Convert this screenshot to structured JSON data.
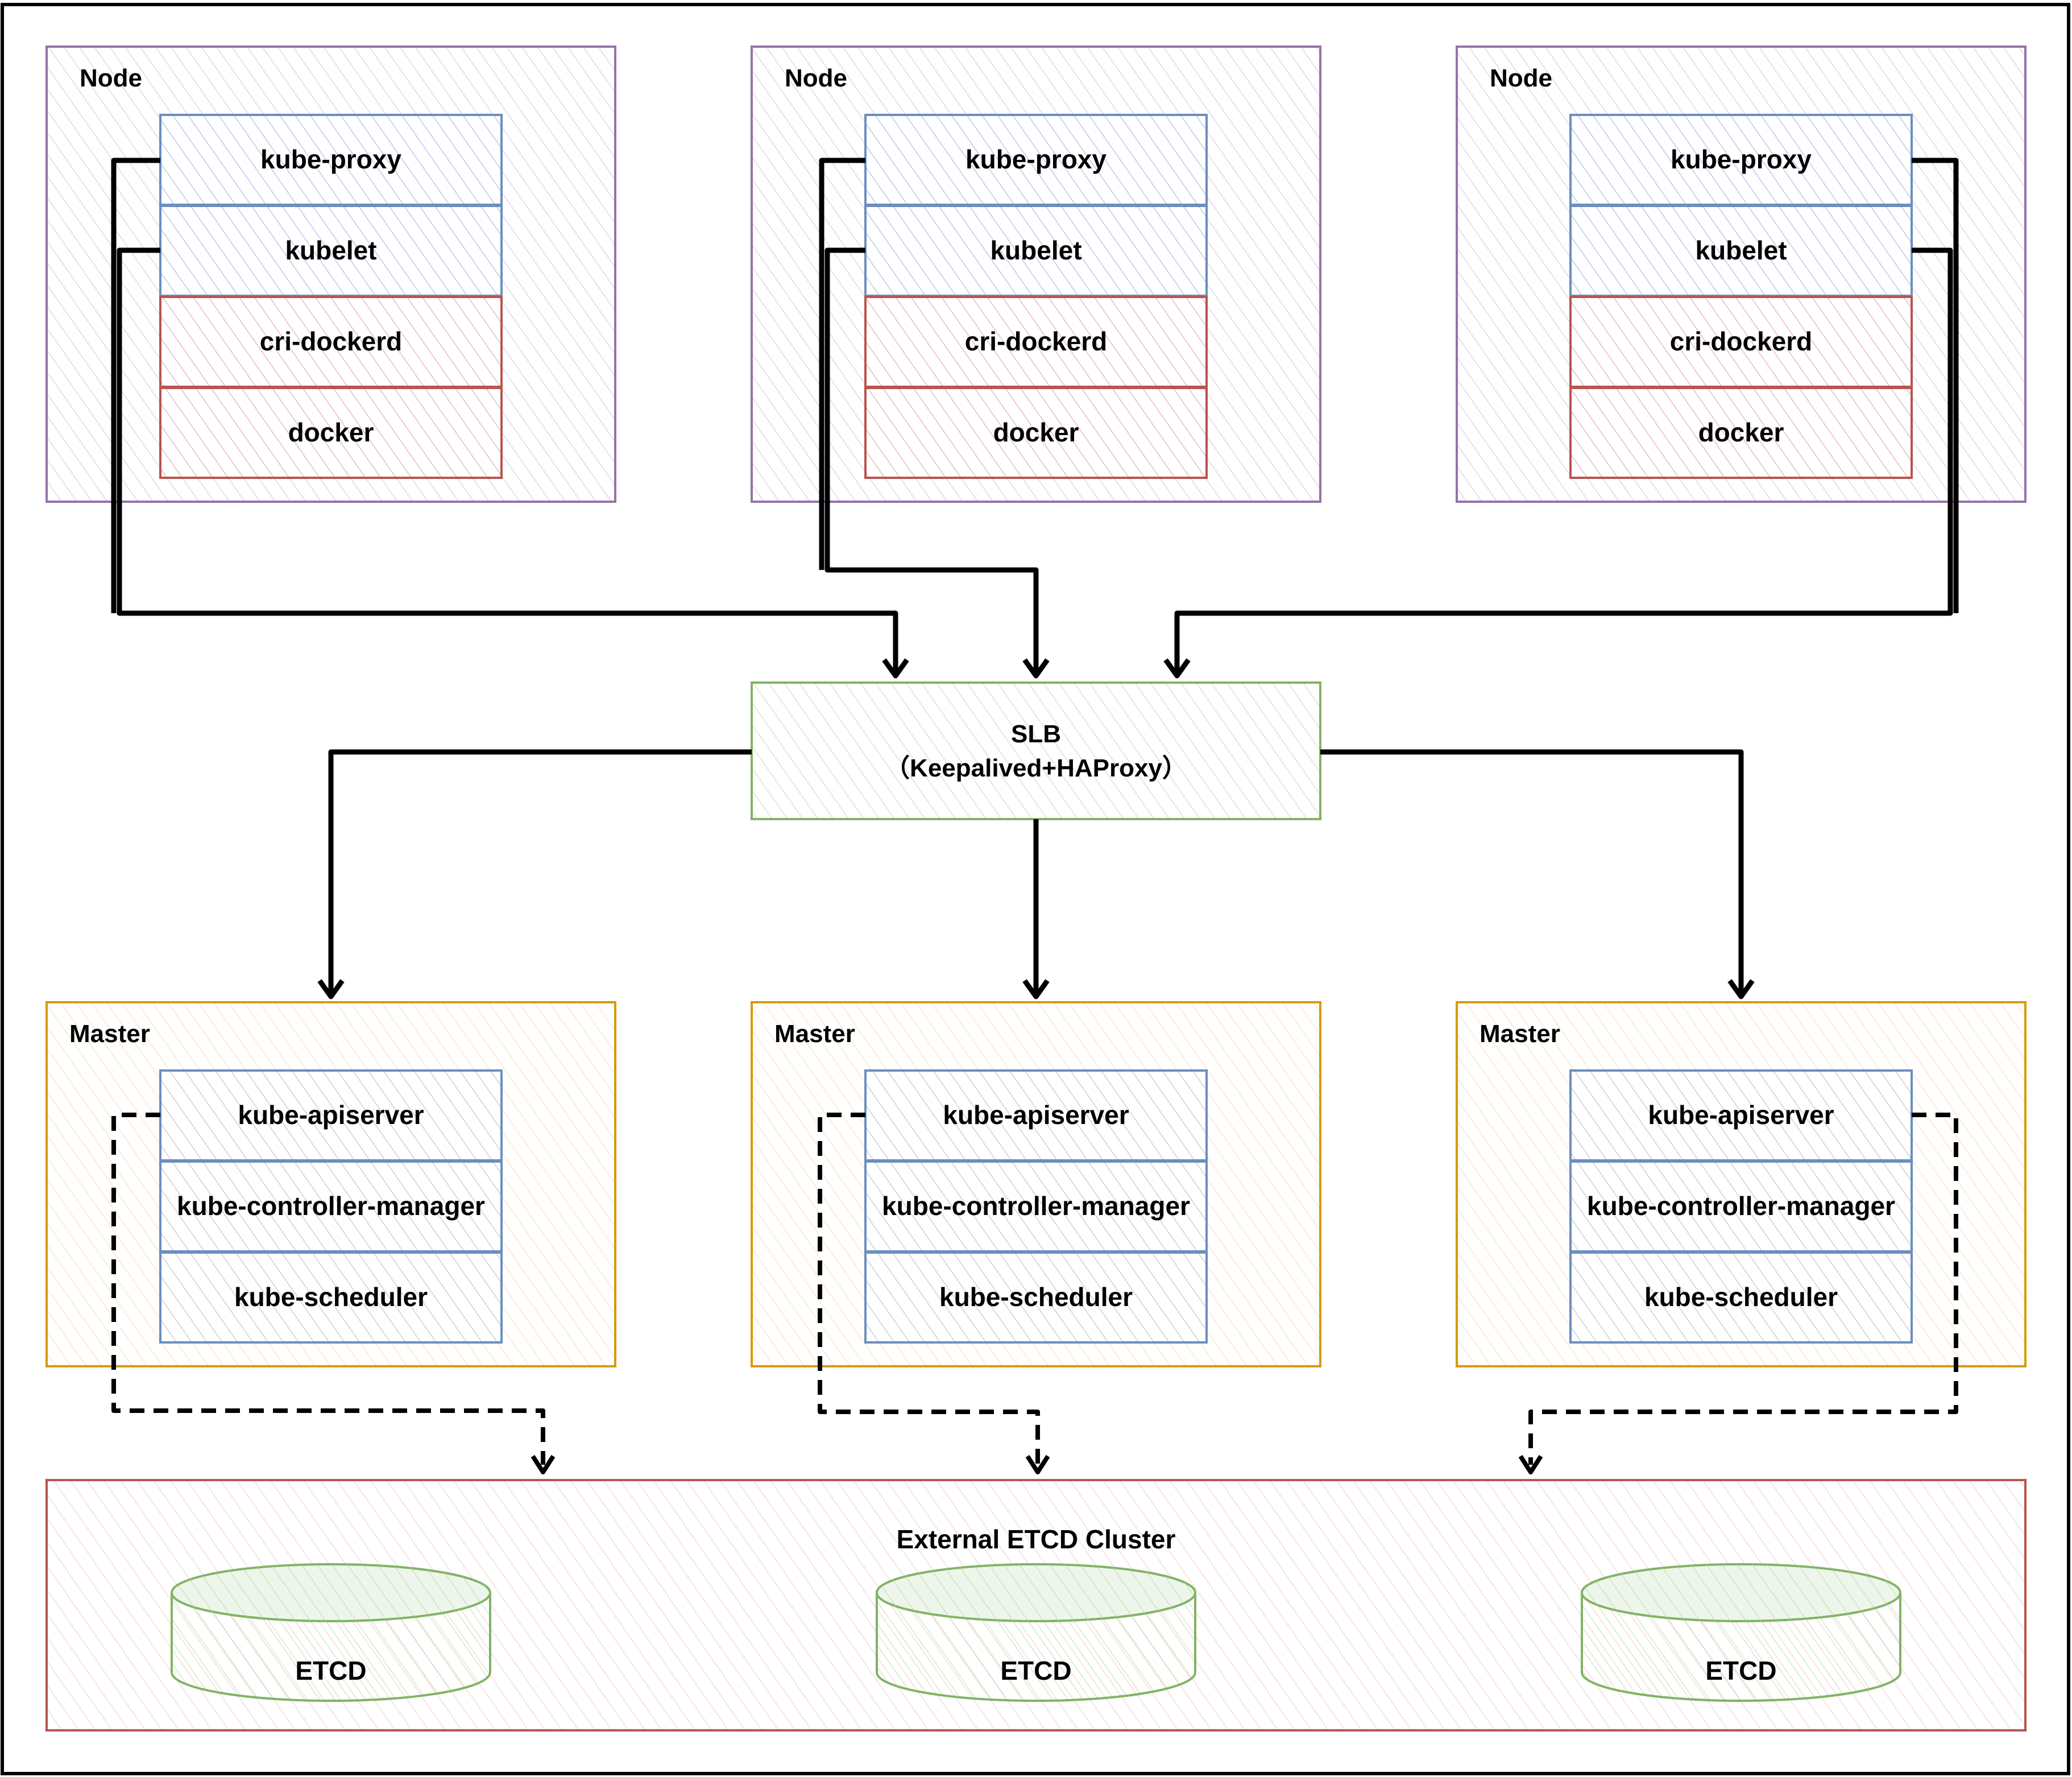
{
  "colors": {
    "node_stroke": "#9673a6",
    "node_fill": "#e1d5e7",
    "blue_stroke": "#6c8ebf",
    "blue_fill": "#dae8fc",
    "red_stroke": "#b85450",
    "red_fill": "#f8cecc",
    "master_stroke": "#d79b00",
    "master_fill": "#ffe6cc",
    "green_stroke": "#82b366",
    "green_fill": "#d5e8d4",
    "arrow": "#000000"
  },
  "nodes": [
    {
      "title": "Node",
      "components": [
        "kube-proxy",
        "kubelet",
        "cri-dockerd",
        "docker"
      ]
    },
    {
      "title": "Node",
      "components": [
        "kube-proxy",
        "kubelet",
        "cri-dockerd",
        "docker"
      ]
    },
    {
      "title": "Node",
      "components": [
        "kube-proxy",
        "kubelet",
        "cri-dockerd",
        "docker"
      ]
    }
  ],
  "slb": {
    "line1": "SLB",
    "line2": "（Keepalived+HAProxy）"
  },
  "masters": [
    {
      "title": "Master",
      "components": [
        "kube-apiserver",
        "kube-controller-manager",
        "kube-scheduler"
      ]
    },
    {
      "title": "Master",
      "components": [
        "kube-apiserver",
        "kube-controller-manager",
        "kube-scheduler"
      ]
    },
    {
      "title": "Master",
      "components": [
        "kube-apiserver",
        "kube-controller-manager",
        "kube-scheduler"
      ]
    }
  ],
  "etcd_cluster": {
    "title": "External ETCD Cluster",
    "members": [
      "ETCD",
      "ETCD",
      "ETCD"
    ]
  }
}
